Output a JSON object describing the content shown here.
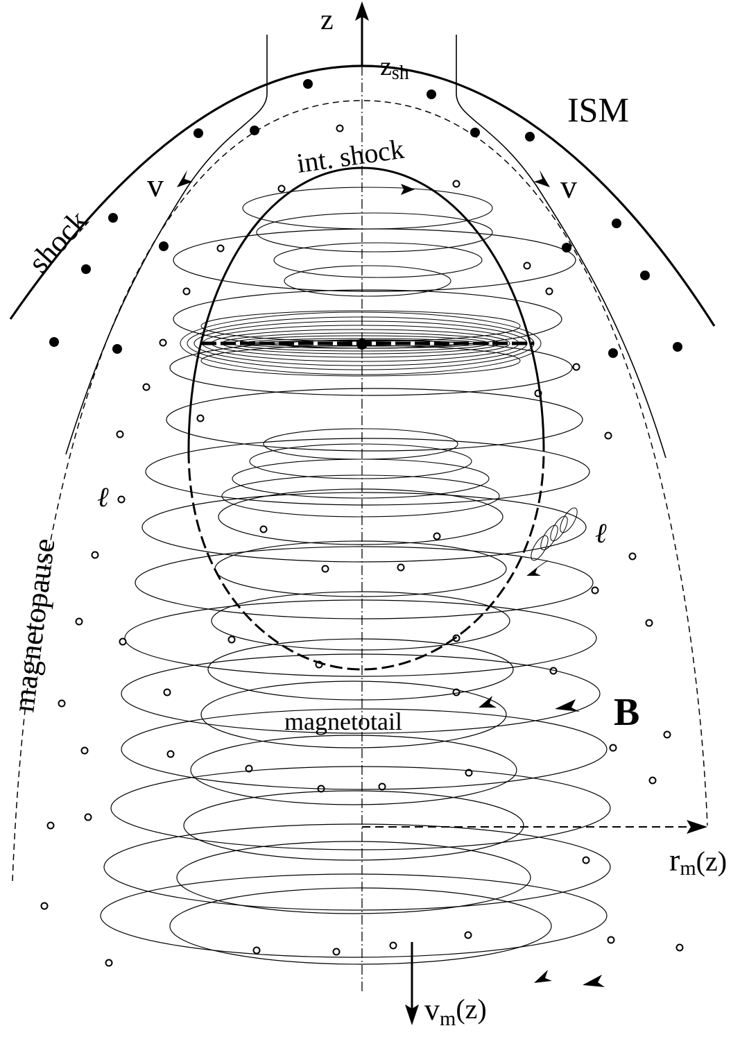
{
  "labels": {
    "z_axis": "z",
    "z_sh_main": "z",
    "z_sh_sub": "sh",
    "ism": "ISM",
    "shock": "shock",
    "int_shock": "int. shock",
    "v_left": "v",
    "v_right": "v",
    "magnetopause": "magnetopause",
    "ell_left": "ℓ",
    "ell_right": "ℓ",
    "B": "B",
    "magnetotail": "magnetotail",
    "rm_main": "r",
    "rm_sub": "m",
    "rm_arg": "(z)",
    "vm_main": "v",
    "vm_sub": "m",
    "vm_arg": "(z)"
  },
  "colors": {
    "ink": "#000000",
    "background": "#ffffff"
  }
}
